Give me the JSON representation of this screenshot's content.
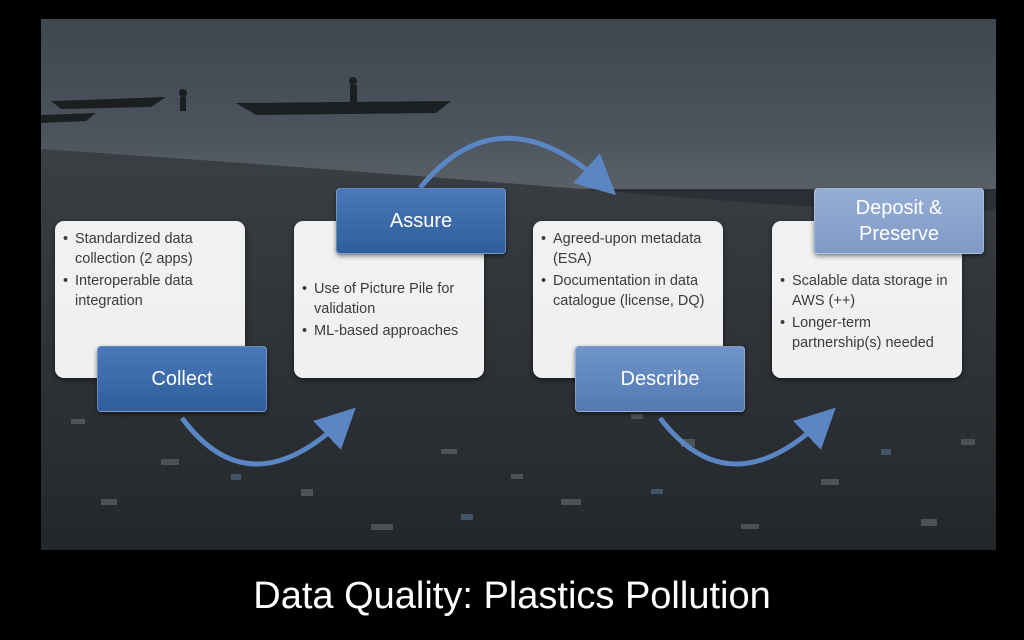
{
  "slide_title": "Data Quality: Plastics Pollution",
  "stages": [
    {
      "label": "Collect",
      "bullets": [
        "Standardized data collection (2 apps)",
        "Interoperable data integration"
      ]
    },
    {
      "label": "Assure",
      "bullets": [
        "Use of Picture Pile for validation",
        "ML-based approaches"
      ]
    },
    {
      "label": "Describe",
      "bullets": [
        "Agreed-upon metadata (ESA)",
        "Documentation in data catalogue (license, DQ)"
      ]
    },
    {
      "label": "Deposit & Preserve",
      "bullets": [
        "Scalable data storage in AWS (++)",
        "Longer-term partnership(s) needed"
      ]
    }
  ],
  "colors": {
    "stage_dark": "#2e5e9c",
    "stage_light": "#7f9ac7",
    "arrow": "#4f7fc0"
  }
}
